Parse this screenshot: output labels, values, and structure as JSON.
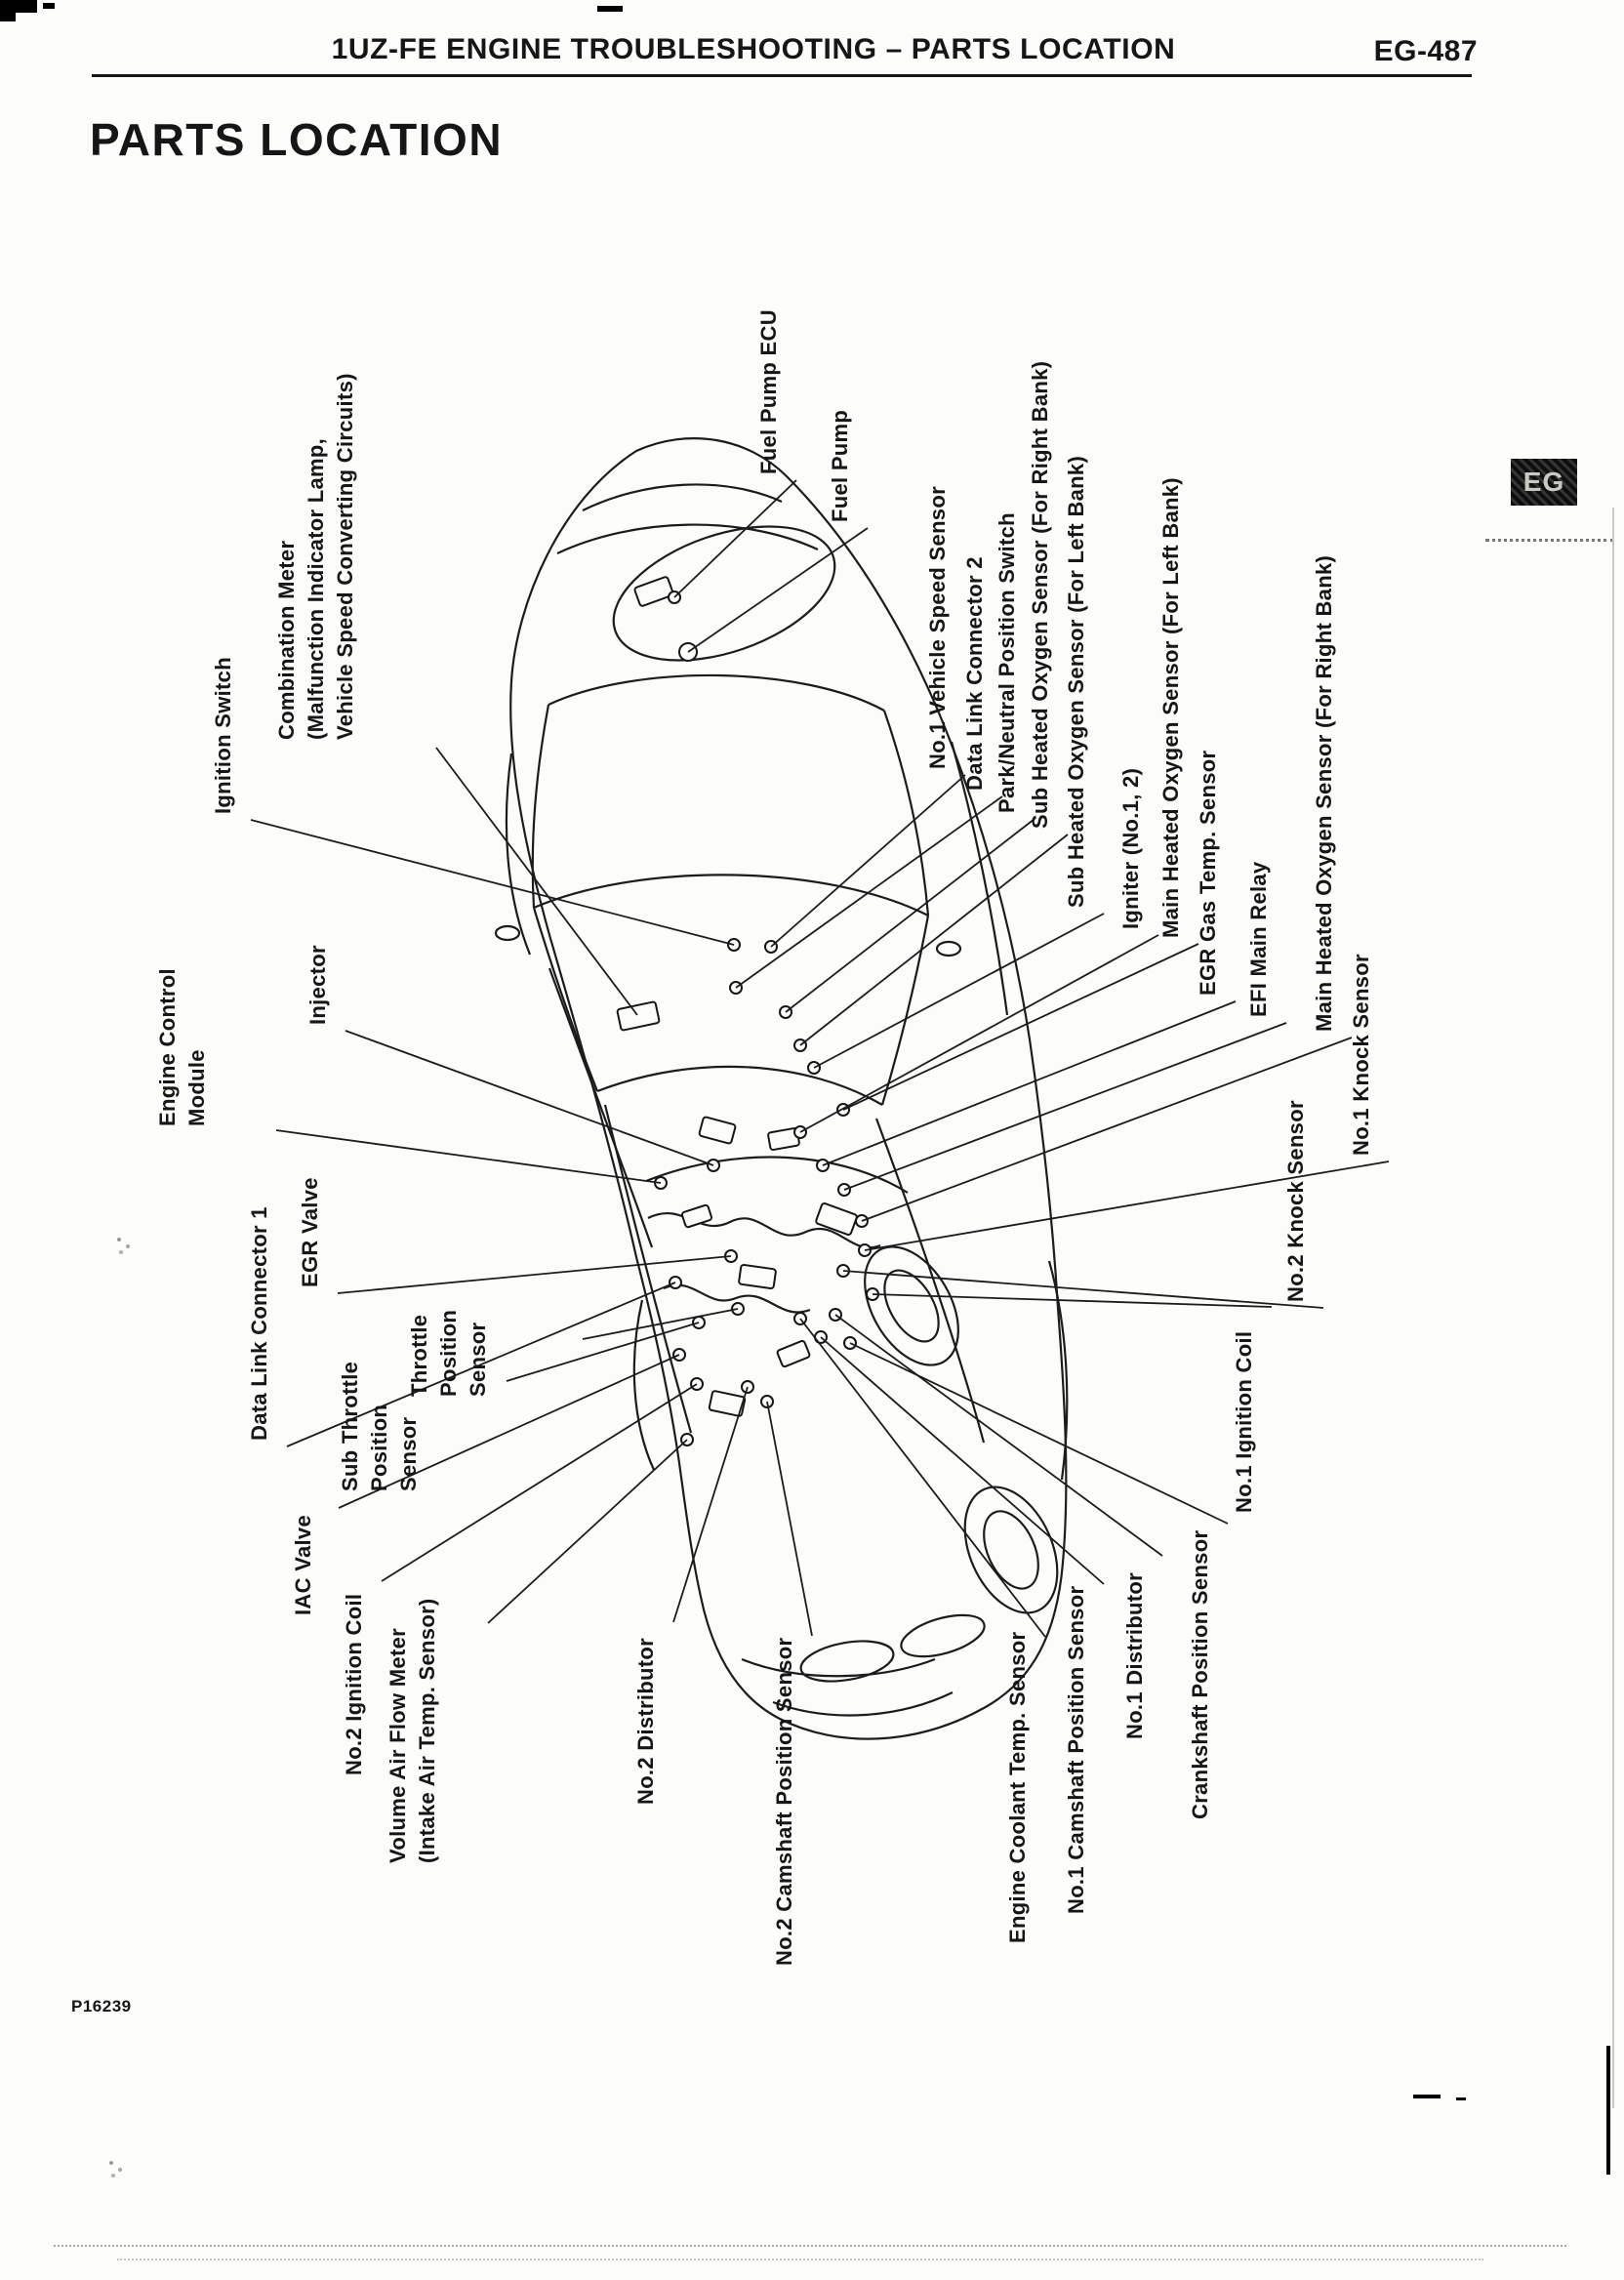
{
  "page": {
    "header": {
      "title": "1UZ-FE ENGINE TROUBLESHOOTING – PARTS LOCATION",
      "page_number": "EG-487"
    },
    "section_title": "PARTS LOCATION",
    "edge_tab": "EG",
    "figure_code": "P16239"
  },
  "diagram": {
    "labels": [
      {
        "text": "Fuel Pump ECU"
      },
      {
        "text": "Fuel Pump"
      },
      {
        "text": "Combination Meter\n(Malfunction Indicator Lamp,\nVehicle Speed Converting Circuits)"
      },
      {
        "text": "Ignition Switch"
      },
      {
        "text": "No.1 Vehicle Speed Sensor"
      },
      {
        "text": "Data Link Connector 2"
      },
      {
        "text": "Park/Neutral Position Switch"
      },
      {
        "text": "Sub Heated Oxygen Sensor (For Right Bank)"
      },
      {
        "text": "Sub Heated Oxygen Sensor (For Left Bank)"
      },
      {
        "text": "Main Heated Oxygen Sensor (For Left Bank)"
      },
      {
        "text": "Igniter (No.1, 2)"
      },
      {
        "text": "EGR Gas Temp. Sensor"
      },
      {
        "text": "EFI Main Relay"
      },
      {
        "text": "Main Heated Oxygen Sensor (For Right Bank)"
      },
      {
        "text": "No.1 Knock Sensor"
      },
      {
        "text": "No.2 Knock Sensor"
      },
      {
        "text": "Injector"
      },
      {
        "text": "Engine Control\nModule"
      },
      {
        "text": "EGR Valve"
      },
      {
        "text": "Data Link Connector 1"
      },
      {
        "text": "Throttle\nPosition\nSensor"
      },
      {
        "text": "Sub Throttle\nPosition\nSensor"
      },
      {
        "text": "IAC Valve"
      },
      {
        "text": "No.2 Ignition Coil"
      },
      {
        "text": "Volume Air Flow Meter\n(Intake Air Temp. Sensor)"
      },
      {
        "text": "No.2 Distributor"
      },
      {
        "text": "No.2 Camshaft Position Sensor"
      },
      {
        "text": "Engine Coolant Temp. Sensor"
      },
      {
        "text": "No.1 Camshaft Position Sensor"
      },
      {
        "text": "No.1 Distributor"
      },
      {
        "text": "Crankshaft Position Sensor"
      },
      {
        "text": "No.1 Ignition Coil"
      }
    ]
  }
}
